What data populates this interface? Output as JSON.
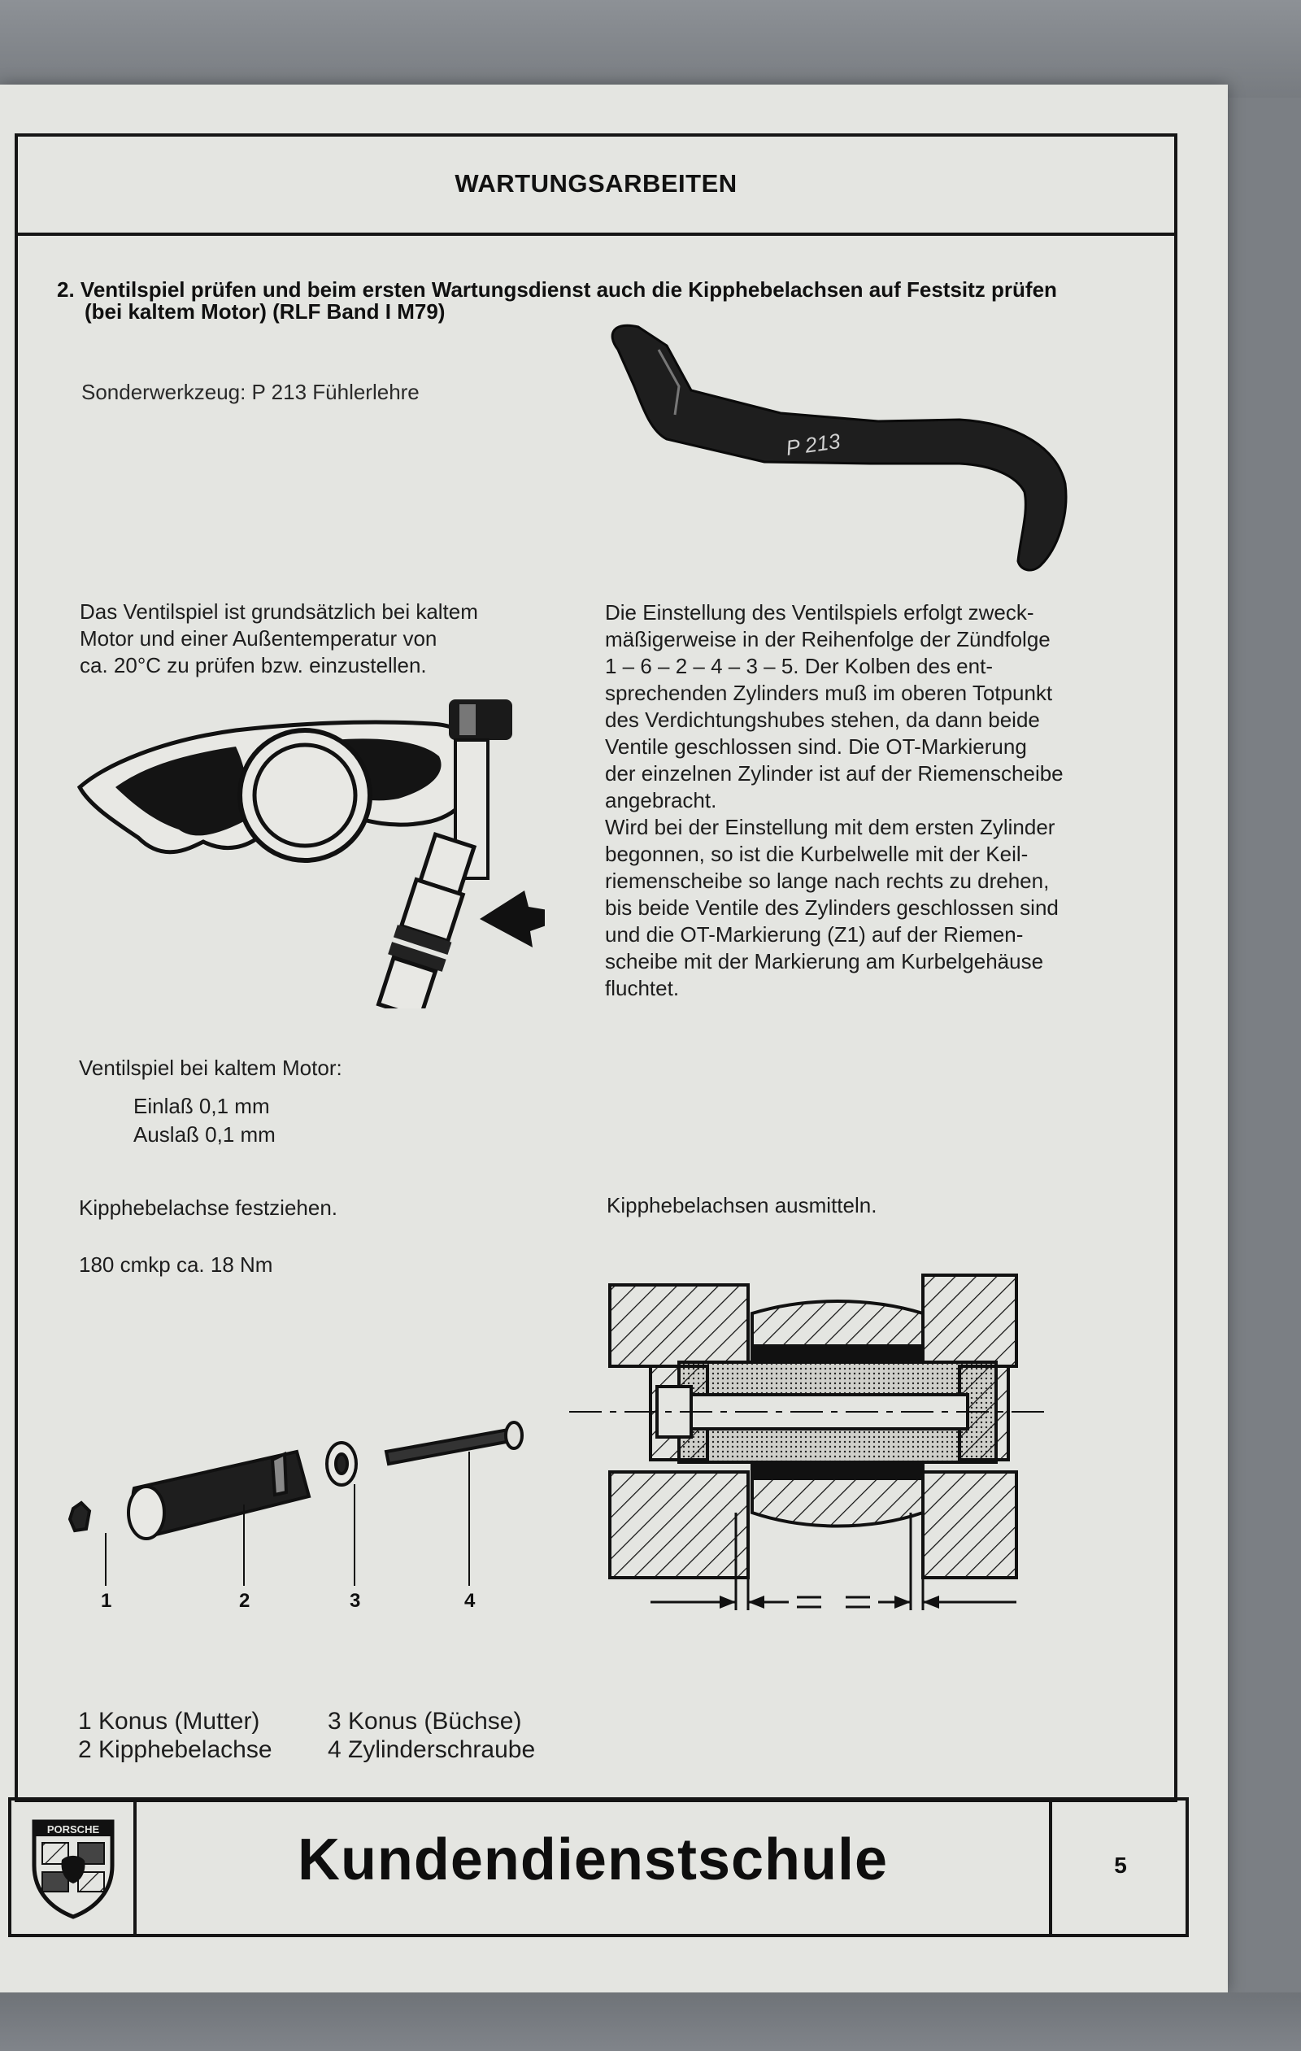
{
  "header": {
    "title": "WARTUNGSARBEITEN"
  },
  "section": {
    "heading_line1": "2. Ventilspiel prüfen und beim ersten Wartungsdienst auch die Kipphebelachsen auf Festsitz prüfen",
    "heading_line2": "(bei kaltem Motor) (RLF Band I  M79)",
    "special_tool": "Sonderwerkzeug: P 213 Fühlerlehre",
    "gauge_marking": "P 213"
  },
  "left_text": {
    "intro_l1": "Das Ventilspiel ist grundsätzlich bei kaltem",
    "intro_l2": "Motor und einer Außentemperatur von",
    "intro_l3": "ca. 20°C zu prüfen bzw. einzustellen."
  },
  "right_text": {
    "lines": [
      "Die Einstellung des Ventilspiels erfolgt zweck-",
      "mäßigerweise in der Reihenfolge der Zündfolge",
      "1 – 6 – 2 – 4 – 3 – 5. Der Kolben des ent-",
      "sprechenden Zylinders muß im oberen Totpunkt",
      "des Verdichtungshubes stehen, da dann beide",
      "Ventile geschlossen sind. Die OT-Markierung",
      "der einzelnen Zylinder ist auf der Riemenscheibe",
      "angebracht.",
      "Wird bei der Einstellung mit dem ersten Zylinder",
      "begonnen, so ist die Kurbelwelle mit der Keil-",
      "riemenscheibe so lange nach rechts zu drehen,",
      "bis beide Ventile des Zylinders geschlossen sind",
      "und die OT-Markierung (Z1) auf der Riemen-",
      "scheibe mit der Markierung am Kurbelgehäuse",
      "fluchtet."
    ]
  },
  "clearance": {
    "title": "Ventilspiel bei kaltem Motor:",
    "intake": "Einlaß  0,1 mm",
    "exhaust": "Auslaß 0,1 mm"
  },
  "torque": {
    "instruction": "Kipphebelachse festziehen.",
    "value": "180 cmkp ca. 18 Nm"
  },
  "centering": {
    "instruction": "Kipphebelachsen ausmitteln."
  },
  "parts": {
    "numbers": [
      "1",
      "2",
      "3",
      "4"
    ],
    "legend_l1": "1 Konus (Mutter)",
    "legend_l2": "2 Kipphebelachse",
    "legend_l3": "3 Konus (Büchse)",
    "legend_l4": "4 Zylinderschraube"
  },
  "footer": {
    "logo_word": "PORSCHE",
    "brand": "Kundendienstschule",
    "page_number": "5"
  },
  "colors": {
    "paper": "#e4e5e1",
    "ink": "#151515",
    "background": "#7b7f84"
  }
}
